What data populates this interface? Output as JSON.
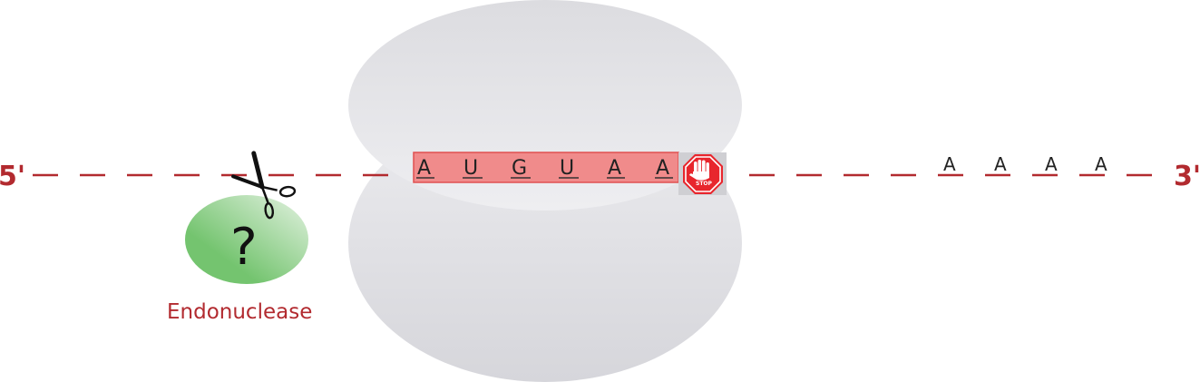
{
  "diagram": {
    "five_prime_label": "5'",
    "three_prime_label": "3'",
    "codon_sequence": [
      "A",
      "U",
      "G",
      "U",
      "A",
      "A"
    ],
    "poly_a_tail": [
      "A",
      "A",
      "A",
      "A"
    ],
    "stop_sign_text": "STOP",
    "unknown_mark": "?",
    "endonuclease_label": "Endonuclease",
    "icons": {
      "ribosome": "ribosome-shape",
      "stop": "stop-sign-hand-icon",
      "cleavage": "scissors-icon"
    },
    "colors": {
      "mrna_line": "#b22a2f",
      "end_label": "#b22a2f",
      "highlight_fill": "#f08b8b",
      "highlight_stroke": "#e05050",
      "stop_sign": "#e8262d",
      "enzyme_label": "#b22a2f",
      "enzyme_fill_light": "#e6f3e4",
      "enzyme_fill_dark": "#74c46f",
      "ribosome_fill": "#dadadf"
    }
  }
}
